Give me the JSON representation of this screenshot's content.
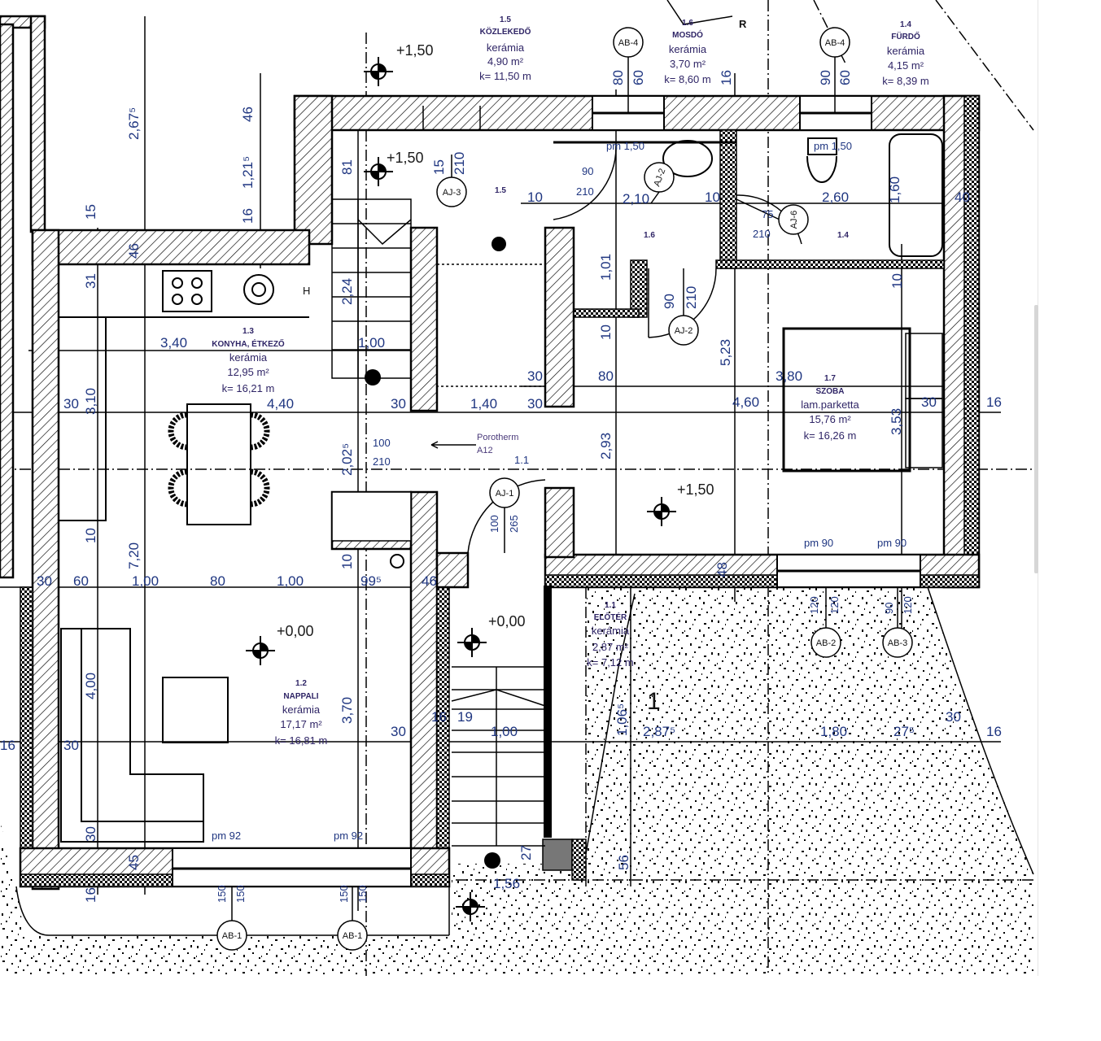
{
  "rooms": [
    {
      "id": "1.5",
      "name": "KÖZLEKEDŐ",
      "floor": "kerámia",
      "area": "4,90 m²",
      "perimeter": "k= 11,50 m"
    },
    {
      "id": "1.6",
      "name": "MOSDÓ",
      "floor": "kerámia",
      "area": "3,70 m²",
      "perimeter": "k= 8,60 m"
    },
    {
      "id": "1.4",
      "name": "FÜRDŐ",
      "floor": "kerámia",
      "area": "4,15 m²",
      "perimeter": "k= 8,39 m"
    },
    {
      "id": "1.3",
      "name": "KONYHA, ÉTKEZŐ",
      "floor": "kerámia",
      "area": "12,95 m²",
      "perimeter": "k= 16,21 m"
    },
    {
      "id": "1.7",
      "name": "SZOBA",
      "floor": "lam.parketta",
      "area": "15,76 m²",
      "perimeter": "k= 16,26 m"
    },
    {
      "id": "1.2",
      "name": "NAPPALI",
      "floor": "kerámia",
      "area": "17,17 m²",
      "perimeter": "k= 16,81 m"
    },
    {
      "id": "1.1",
      "name": "ELŐTÉR",
      "floor": "kerámia",
      "area": "2,87 m²",
      "perimeter": "k= 7,12 m"
    }
  ],
  "room_numbers": [
    "1.5",
    "1.6",
    "1.4",
    "1.1"
  ],
  "levels": [
    "+1,50",
    "+1,50",
    "+1,50",
    "+0,00",
    "+0,00"
  ],
  "tags": [
    "AB-4",
    "AB-4",
    "AJ-3",
    "AJ-2",
    "AJ-6",
    "AJ-2",
    "AJ-1",
    "AB-2",
    "AB-3",
    "AB-1",
    "AB-1"
  ],
  "misc": {
    "wall_material": "Porotherm",
    "wall_type": "A12",
    "r_mark": "R",
    "section_mark": "1",
    "hood_mark": "H"
  },
  "dims": [
    "2,67⁵",
    "46",
    "1,21⁵",
    "16",
    "15",
    "46",
    "31",
    "3,40",
    "4,40",
    "30",
    "3,10",
    "30",
    "1,40",
    "30",
    "1,00",
    "2,24",
    "100",
    "210",
    "2,02⁵",
    "90",
    "210",
    "2,10",
    "10",
    "10",
    "2,60",
    "pm 1,50",
    "pm 1,50",
    "75",
    "210",
    "80",
    "60",
    "90",
    "60",
    "16",
    "81",
    "15",
    "210",
    "1,01",
    "90",
    "210",
    "5,23",
    "10",
    "10",
    "30",
    "80",
    "3,80",
    "4,60",
    "30",
    "16",
    "3,53",
    "2,93",
    "1,60",
    "40",
    "100",
    "265",
    "10",
    "7,20",
    "10",
    "30",
    "60",
    "1,00",
    "80",
    "1,00",
    "99⁵",
    "46",
    "48",
    "pm 90",
    "pm 90",
    "120",
    "120",
    "90",
    "120",
    "4,00",
    "3,70",
    "16",
    "30",
    "30",
    "16",
    "19",
    "1,00",
    "1,06⁵",
    "2,87⁵",
    "1,80",
    "27⁵",
    "30",
    "16",
    "30",
    "45",
    "16",
    "pm 92",
    "pm 92",
    "150",
    "150",
    "150",
    "150",
    "27",
    "56",
    "1,56"
  ],
  "colors": {
    "ink": "#000000",
    "dimension_text": "#1e3580",
    "room_text": "#2f2566",
    "stair_fill": "#777777"
  }
}
